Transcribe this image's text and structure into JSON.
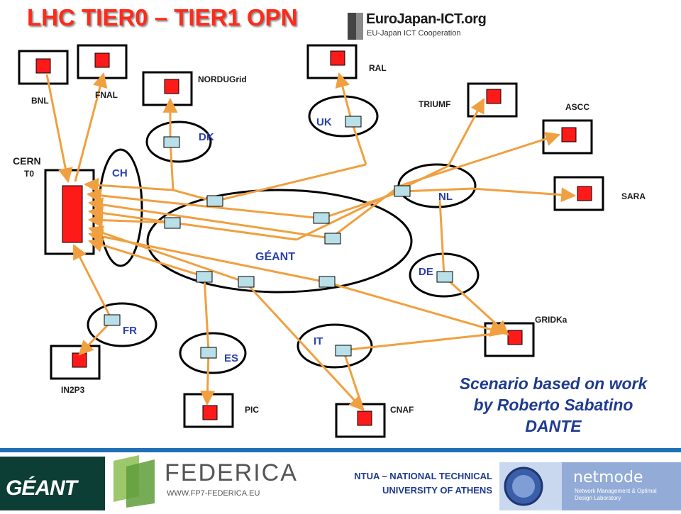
{
  "slide": {
    "title": "LHC TIER0 – TIER1 OPN",
    "logo_main": "EuroJapan-ICT.org",
    "logo_sub": "EU-Japan ICT Cooperation"
  },
  "diagram": {
    "sites": {
      "bnl": "BNL",
      "fnal": "FNAL",
      "nordugrid": "NORDUGrid",
      "ral": "RAL",
      "triumf": "TRIUMF",
      "ascc": "ASCC",
      "sara": "SARA",
      "gridka": "GRIDKa",
      "in2p3": "IN2P3",
      "pic": "PIC",
      "cnaf": "CNAF",
      "cern": "CERN",
      "t0": "T0"
    },
    "domains": {
      "ch": "CH",
      "dk": "DK",
      "uk": "UK",
      "nl": "NL",
      "de": "DE",
      "fr": "FR",
      "es": "ES",
      "it": "IT",
      "geant": "GÉANT"
    },
    "colors": {
      "link": "#f0a040",
      "node": "#ff1a1a",
      "router": "#b9dfe8",
      "label_blue": "#2a3fb0"
    }
  },
  "scenario": {
    "line1": "Scenario based on work",
    "line2": "by Roberto Sabatino",
    "line3": "DANTE"
  },
  "footer": {
    "geant": "GÉANT",
    "federica": "FEDERICA",
    "federica_url": "WWW.FP7-FEDERICA.EU",
    "ntua_line1": "NTUA – NATIONAL TECHNICAL",
    "ntua_line2": "UNIVERSITY OF ATHENS",
    "netmode": "netmode",
    "netmode_sub": "Network Management & Optimal Design Laboratory"
  }
}
